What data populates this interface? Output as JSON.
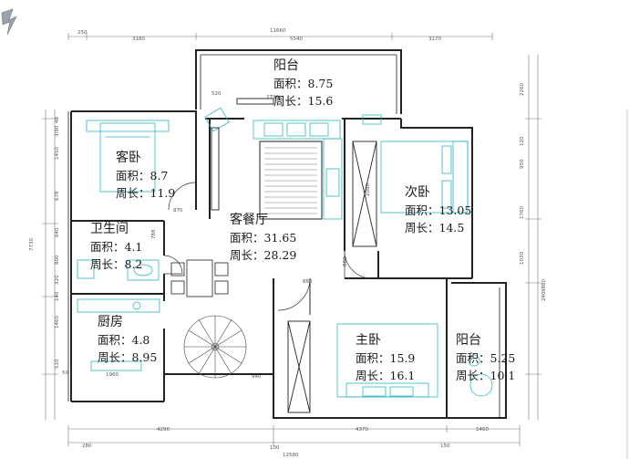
{
  "rooms": [
    {
      "id": "balcony-north",
      "name": "阳台",
      "area": "面积：8.75",
      "perimeter": "周长：15.6"
    },
    {
      "id": "guest-bedroom",
      "name": "客卧",
      "area": "面积：8.7",
      "perimeter": "周长：11.9"
    },
    {
      "id": "living-dining",
      "name": "客餐厅",
      "area": "面积：31.65",
      "perimeter": "周长：28.29"
    },
    {
      "id": "second-bedroom",
      "name": "次卧",
      "area": "面积：13.05",
      "perimeter": "周长：14.5"
    },
    {
      "id": "bathroom",
      "name": "卫生间",
      "area": "面积：4.1",
      "perimeter": "周长：8.2"
    },
    {
      "id": "kitchen",
      "name": "厨房",
      "area": "面积：4.8",
      "perimeter": "周长：8.95"
    },
    {
      "id": "master-bedroom",
      "name": "主卧",
      "area": "面积：15.9",
      "perimeter": "周长：16.1"
    },
    {
      "id": "balcony-east",
      "name": "阳台",
      "area": "面积：5.25",
      "perimeter": "周长：10.1"
    }
  ],
  "dimensions": {
    "top_total": "11660",
    "top": [
      "250",
      "3180",
      "5540",
      "3170"
    ],
    "bottom_total": "12580",
    "bottom": [
      "4290",
      "4370",
      "1460"
    ],
    "bottom_small": [
      "280",
      "100",
      "150"
    ],
    "left": [
      "40",
      "3/90",
      "1450",
      "678",
      "640",
      "800",
      "320",
      "140",
      "1460",
      "510"
    ],
    "left_total": "7730",
    "right": [
      "2260",
      "120",
      "950",
      "1760",
      "1030",
      "240"
    ],
    "right_total": "9880",
    "interior": [
      "520",
      "2790",
      "870",
      "788",
      "2080",
      "880",
      "880",
      "940",
      "1960",
      "50"
    ]
  },
  "colors": {
    "wall": "#222222",
    "furniture": "#2fb8c0",
    "dim": "#777777"
  },
  "icons": {
    "logo": "brand-logo-icon",
    "stair": "spiral-stair-icon"
  }
}
